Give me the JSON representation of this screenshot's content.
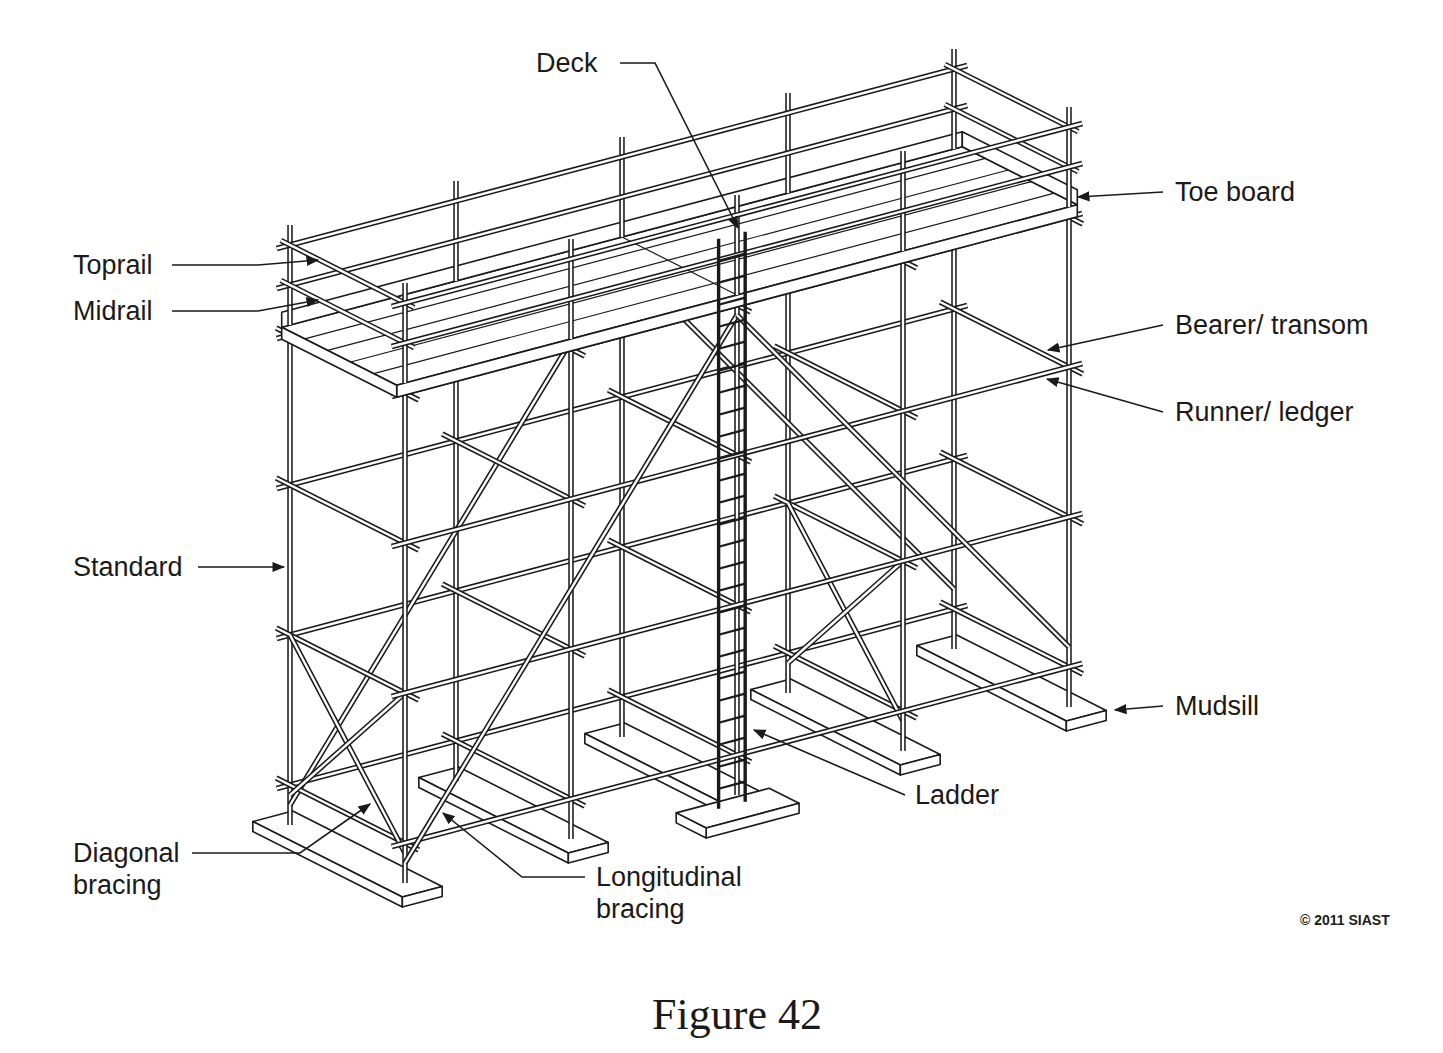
{
  "diagram": {
    "caption": "Figure 42",
    "labels": [
      "Deck",
      "Toprail",
      "Midrail",
      "Standard",
      "Diagonal bracing",
      "Longitudinal bracing",
      "Ladder",
      "Mudsill",
      "Runner/ ledger",
      "Bearer/ transom",
      "Toe board",
      "© 2011 SIAST"
    ]
  }
}
